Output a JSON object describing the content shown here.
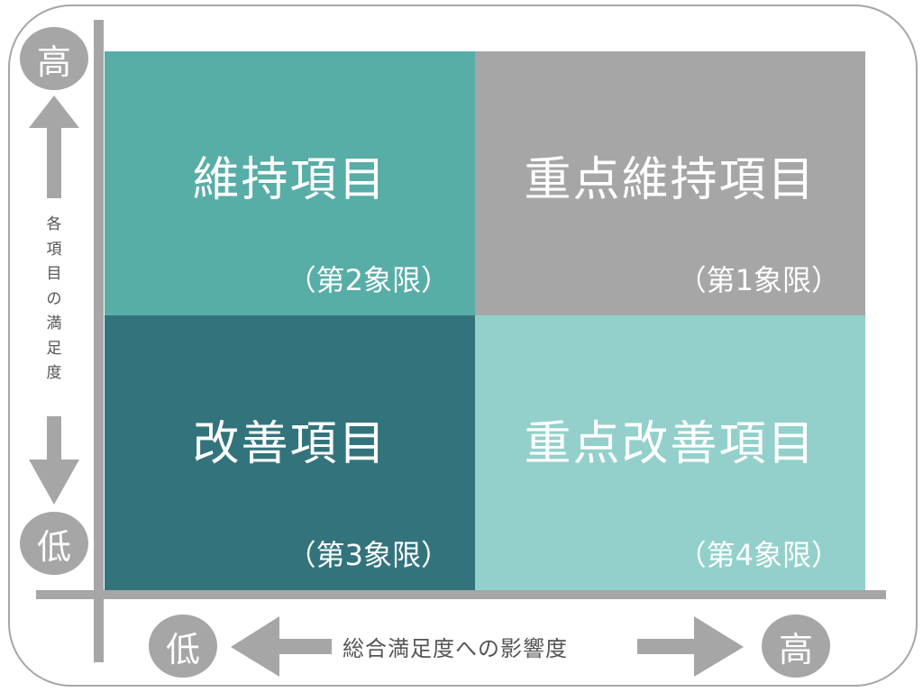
{
  "colors": {
    "q2": "#58ADA7",
    "q1": "#A6A6A6",
    "q3": "#33747C",
    "q4": "#93D0CB",
    "axis": "#A6A6A6"
  },
  "y_axis": {
    "high": "高",
    "low": "低",
    "label": "各項目の満足度"
  },
  "x_axis": {
    "low": "低",
    "high": "高",
    "label": "総合満足度への影響度"
  },
  "quadrants": {
    "q2": {
      "title": "維持項目",
      "sub": "（第2象限）"
    },
    "q1": {
      "title": "重点維持項目",
      "sub": "（第1象限）"
    },
    "q3": {
      "title": "改善項目",
      "sub": "（第3象限）"
    },
    "q4": {
      "title": "重点改善項目",
      "sub": "（第4象限）"
    }
  }
}
